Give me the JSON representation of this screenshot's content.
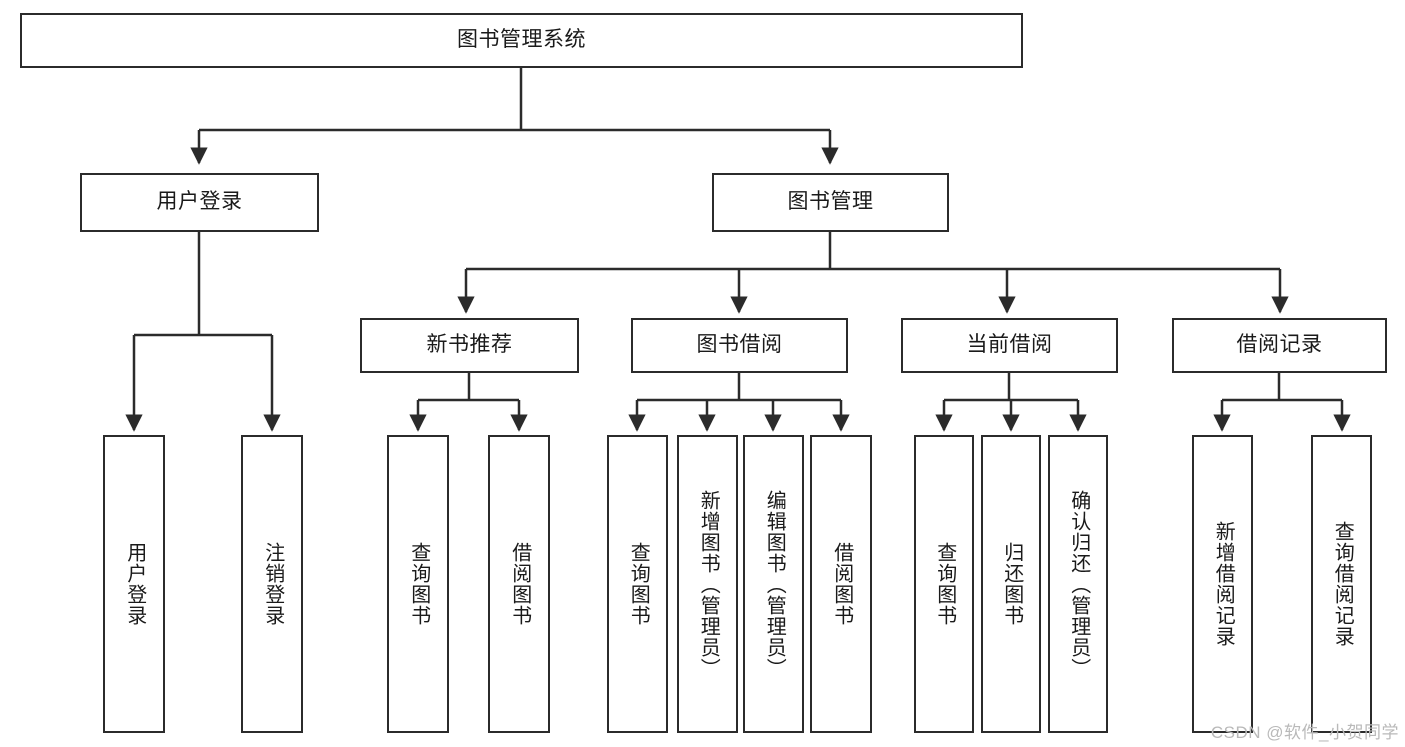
{
  "diagram": {
    "type": "tree-hierarchy",
    "title": "图书管理系统",
    "root": {
      "label": "图书管理系统"
    },
    "level1": [
      {
        "label": "用户登录"
      },
      {
        "label": "图书管理"
      }
    ],
    "level2": [
      {
        "label": "新书推荐",
        "parent": "图书管理"
      },
      {
        "label": "图书借阅",
        "parent": "图书管理"
      },
      {
        "label": "当前借阅",
        "parent": "图书管理"
      },
      {
        "label": "借阅记录",
        "parent": "图书管理"
      }
    ],
    "leaves": {
      "user_login": [
        {
          "label": "用户登录"
        },
        {
          "label": "注销登录"
        }
      ],
      "new_book_recommend": [
        {
          "label": "查询图书"
        },
        {
          "label": "借阅图书"
        }
      ],
      "book_borrow": [
        {
          "label": "查询图书"
        },
        {
          "label": "新增图书（管理员）"
        },
        {
          "label": "编辑图书（管理员）"
        },
        {
          "label": "借阅图书"
        }
      ],
      "current_borrow": [
        {
          "label": "查询图书"
        },
        {
          "label": "归还图书"
        },
        {
          "label": "确认归还（管理员）"
        }
      ],
      "borrow_records": [
        {
          "label": "新增借阅记录"
        },
        {
          "label": "查询借阅记录"
        }
      ]
    }
  },
  "watermark": {
    "text": "CSDN @软件_小贺同学"
  },
  "colors": {
    "stroke": "#2b2b2b",
    "background": "#ffffff",
    "text": "#1a1a1a",
    "watermark": "#b9b9b9"
  }
}
